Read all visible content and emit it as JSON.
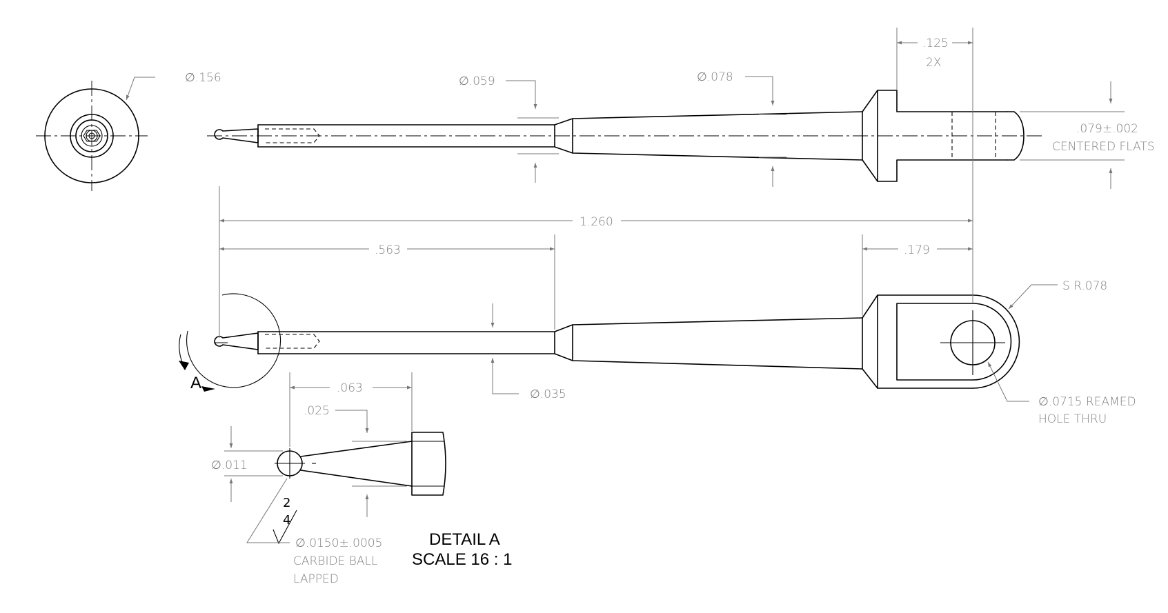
{
  "views": {
    "end_view": {
      "dia_label": "∅.156"
    },
    "top_view": {
      "dia_tip_label": "∅.059",
      "dia_body_label": "∅.078",
      "slot_width_label": ".125",
      "slot_count_label": "2X",
      "flats_tol_label": ".079±.002",
      "flats_note": "CENTERED FLATS"
    },
    "side_view": {
      "overall_length_label": "1.260",
      "shoulder_length_label": ".563",
      "eye_offset_label": ".179",
      "sphere_radius_label": "S R.078",
      "shank_dia_label": "∅.035",
      "hole_dia_label": "∅.0715 REAMED",
      "hole_note": "HOLE THRU",
      "detail_callout": "A"
    },
    "detail": {
      "length_label": ".063",
      "taper_label": ".025",
      "neck_dia_label": "∅.011",
      "finish_top": "2",
      "finish_bottom": "4",
      "ball_dia_label": "∅.0150±.0005",
      "ball_note_1": "CARBIDE BALL",
      "ball_note_2": "LAPPED",
      "title": "DETAIL A",
      "scale": "SCALE 16 : 1"
    }
  }
}
